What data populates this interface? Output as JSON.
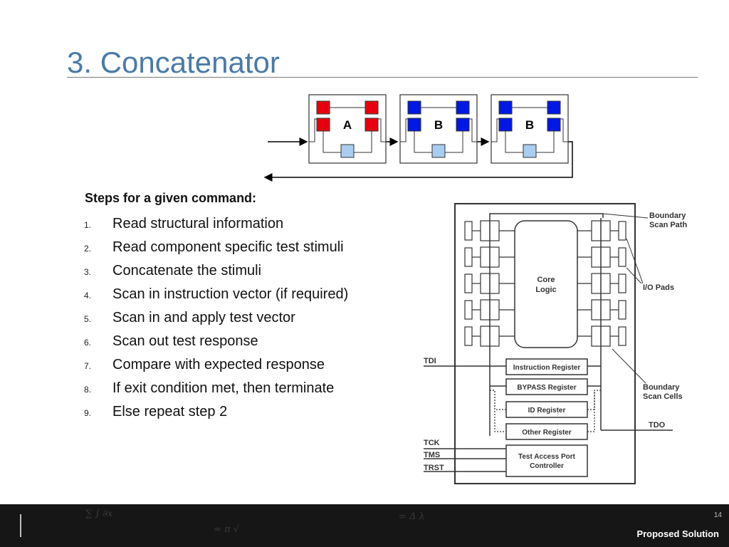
{
  "slide": {
    "title": "3. Concatenator",
    "steps_heading": "Steps for a given command:",
    "steps": [
      {
        "num": "1.",
        "text": "Read structural information"
      },
      {
        "num": "2.",
        "text": "Read component specific test stimuli"
      },
      {
        "num": "3.",
        "text": "Concatenate the stimuli"
      },
      {
        "num": "4.",
        "text": "Scan in instruction vector (if required)"
      },
      {
        "num": "5.",
        "text": "Scan in and apply test vector"
      },
      {
        "num": "6.",
        "text": "Scan out test response"
      },
      {
        "num": "7.",
        "text": "Compare with expected response"
      },
      {
        "num": "8.",
        "text": "If exit condition met, then terminate"
      },
      {
        "num": "9.",
        "text": "Else repeat step 2"
      }
    ]
  },
  "chain_diagram": {
    "blocks": [
      {
        "label": "A",
        "cell_color": "#e8000f"
      },
      {
        "label": "B",
        "cell_color": "#0018e6"
      },
      {
        "label": "B",
        "cell_color": "#0018e6"
      }
    ],
    "center_cell_color": "#a9cdf0"
  },
  "jtag_diagram": {
    "core_label_line1": "Core",
    "core_label_line2": "Logic",
    "registers": [
      "Instruction Register",
      "BYPASS Register",
      "ID Register",
      "Other Register"
    ],
    "tap_line1": "Test Access Port",
    "tap_line2": "Controller",
    "signals": {
      "tdi": "TDI",
      "tdo": "TDO",
      "tck": "TCK",
      "tms": "TMS",
      "trst": "TRST"
    },
    "callouts": {
      "boundary_scan_path_1": "Boundary",
      "boundary_scan_path_2": "Scan Path",
      "io_pads": "I/O Pads",
      "boundary_scan_cells_1": "Boundary",
      "boundary_scan_cells_2": "Scan Cells"
    }
  },
  "footer": {
    "page_number": "14",
    "label": "Proposed Solution"
  }
}
